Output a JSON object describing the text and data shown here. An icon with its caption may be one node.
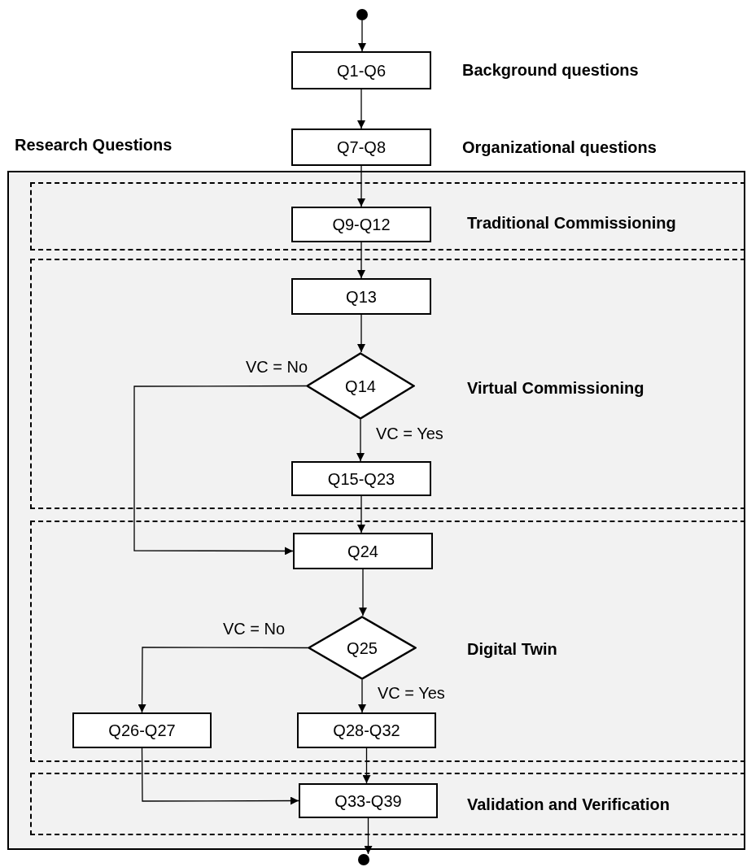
{
  "diagram": {
    "nodes": [
      {
        "text": [],
        "shape": "circle"
      },
      {
        "text": [
          "Q1-Q6"
        ],
        "beside": [
          "Background questions"
        ]
      },
      {
        "text": [
          "Q7-Q8"
        ],
        "beside": [
          "Organizational questions"
        ]
      },
      {
        "text": [
          "Research Questions"
        ]
      },
      {
        "text": [
          "Traditional Commissioning"
        ],
        "in": 3
      },
      {
        "text": [
          "Q9-Q12"
        ],
        "in": 4
      },
      {
        "text": [
          "Virtual Commissioning"
        ],
        "in": 3
      },
      {
        "text": [
          "Q13"
        ],
        "in": 6
      },
      {
        "text": [
          "Q14"
        ],
        "in": 6
      },
      {
        "text": [
          "Q15-Q23"
        ],
        "in": 6
      },
      {
        "text": [
          "Digital Twin"
        ],
        "in": 3
      },
      {
        "text": [
          "Q24"
        ],
        "in": 10
      },
      {
        "text": [
          "Q25"
        ],
        "in": 10
      },
      {
        "text": [
          "Q26-Q27"
        ],
        "in": 10
      },
      {
        "text": [
          "Q28-Q32"
        ],
        "in": 10
      },
      {
        "text": [
          "Validation and Verification"
        ],
        "in": 3
      },
      {
        "text": [
          "Q33-Q39"
        ],
        "in": 15
      },
      {
        "text": [],
        "shape": "circle"
      }
    ],
    "edges": [
      {
        "from": 0,
        "to": 1,
        "arrow": "to"
      },
      {
        "from": 1,
        "to": 2,
        "arrow": "to"
      },
      {
        "from": 2,
        "to": 5,
        "arrow": "to"
      },
      {
        "from": 5,
        "to": 7,
        "arrow": "to"
      },
      {
        "from": 7,
        "to": 8,
        "arrow": "to"
      },
      {
        "from": 8,
        "to": 11,
        "arrow": "to",
        "label": "VC = No"
      },
      {
        "from": 8,
        "to": 9,
        "arrow": "to",
        "label": "VC = Yes"
      },
      {
        "from": 9,
        "to": 11,
        "arrow": "to"
      },
      {
        "from": 11,
        "to": 12,
        "arrow": "to"
      },
      {
        "from": 12,
        "to": 13,
        "arrow": "to",
        "label": "VC = No"
      },
      {
        "from": 12,
        "to": 14,
        "arrow": "to",
        "label": "VC = Yes"
      },
      {
        "from": 13,
        "to": 16,
        "arrow": "to"
      },
      {
        "from": 14,
        "to": 16,
        "arrow": "to"
      },
      {
        "from": 16,
        "to": 17,
        "arrow": "to"
      }
    ]
  }
}
